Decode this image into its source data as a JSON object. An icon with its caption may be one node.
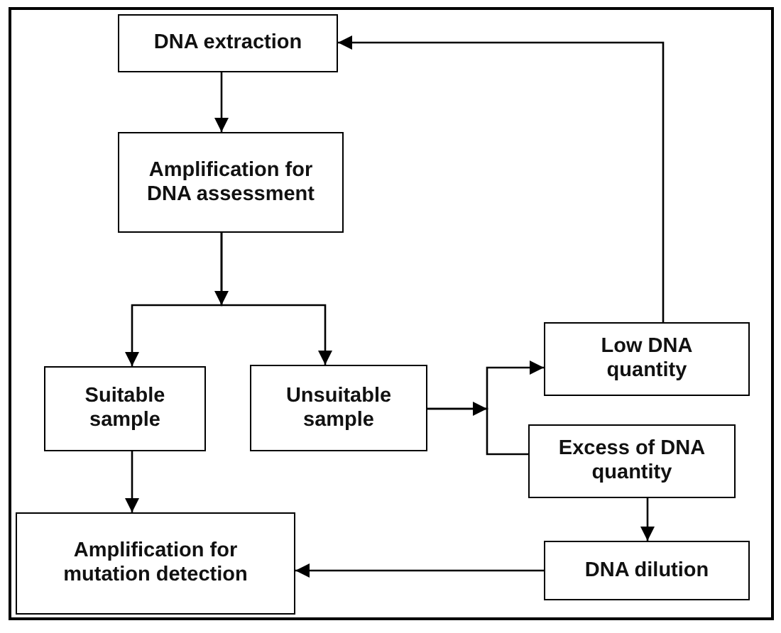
{
  "diagram": {
    "nodes": [
      {
        "text": [
          "DNA extraction"
        ]
      },
      {
        "text": [
          "Amplification for DNA assessment"
        ]
      },
      {
        "text": [
          "Suitable sample"
        ]
      },
      {
        "text": [
          "Unsuitable sample"
        ]
      },
      {
        "text": [
          "Low DNA quantity"
        ]
      },
      {
        "text": [
          "Excess of DNA quantity"
        ]
      },
      {
        "text": [
          "DNA dilution"
        ]
      },
      {
        "text": [
          "Amplification for mutation detection"
        ]
      }
    ],
    "edges": [
      {
        "from": 0,
        "to": 1,
        "arrow": "to"
      },
      {
        "from": 1,
        "to": 2,
        "arrow": "to"
      },
      {
        "from": 1,
        "to": 3,
        "arrow": "to"
      },
      {
        "from": 3,
        "to": 4,
        "arrow": "to"
      },
      {
        "from": 3,
        "to": 5,
        "arrow": "to"
      },
      {
        "from": 4,
        "to": 0,
        "arrow": "to"
      },
      {
        "from": 5,
        "to": 6,
        "arrow": "to"
      },
      {
        "from": 6,
        "to": 7,
        "arrow": "to"
      },
      {
        "from": 2,
        "to": 7,
        "arrow": "to"
      }
    ]
  }
}
